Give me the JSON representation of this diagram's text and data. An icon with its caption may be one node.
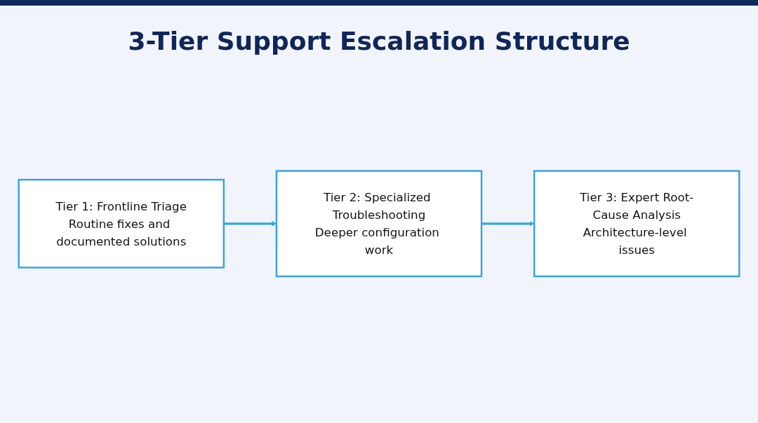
{
  "diagram": {
    "title": "3-Tier Support Escalation Structure",
    "nodes": [
      {
        "text": [
          "Tier 1: Frontline Triage",
          "Routine fixes and documented solutions"
        ]
      },
      {
        "text": [
          "Tier 2: Specialized Troubleshooting",
          "Deeper configuration work"
        ]
      },
      {
        "text": [
          "Tier 3: Expert Root-Cause Analysis",
          "Architecture-level issues"
        ]
      }
    ],
    "edges": [
      {
        "from": 0,
        "to": 1,
        "arrow": "to"
      },
      {
        "from": 1,
        "to": 2,
        "arrow": "to"
      }
    ]
  }
}
